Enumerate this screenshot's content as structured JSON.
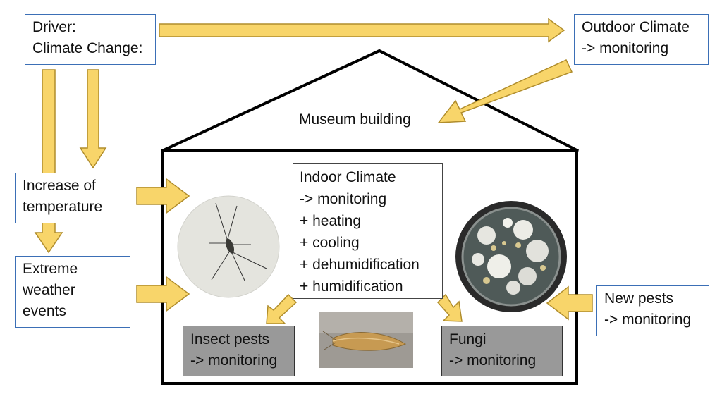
{
  "driver": {
    "line1": "Driver:",
    "line2": "Climate Change:"
  },
  "outdoor": {
    "line1": "Outdoor Climate",
    "line2": "-> monitoring"
  },
  "museum_label": "Museum building",
  "temperature": {
    "line1": "Increase of",
    "line2": "temperature"
  },
  "extreme": {
    "line1": "Extreme",
    "line2": "weather",
    "line3": "events"
  },
  "indoor": {
    "title": "Indoor Climate",
    "items": [
      "-> monitoring",
      "+ heating",
      "+ cooling",
      "+ dehumidification",
      "+ humidification"
    ]
  },
  "insect": {
    "line1": "Insect pests",
    "line2": "-> monitoring"
  },
  "fungi": {
    "line1": "Fungi",
    "line2": "-> monitoring"
  },
  "new_pests": {
    "line1": "New pests",
    "line2": "-> monitoring"
  },
  "colors": {
    "arrow_fill": "#f8d56a",
    "arrow_stroke": "#b08d2c",
    "box_border": "#3b6fb6",
    "grey_box": "#999999"
  },
  "images": [
    "silverfish-photo",
    "fungi-petri-dish-photo",
    "moth-photo"
  ]
}
